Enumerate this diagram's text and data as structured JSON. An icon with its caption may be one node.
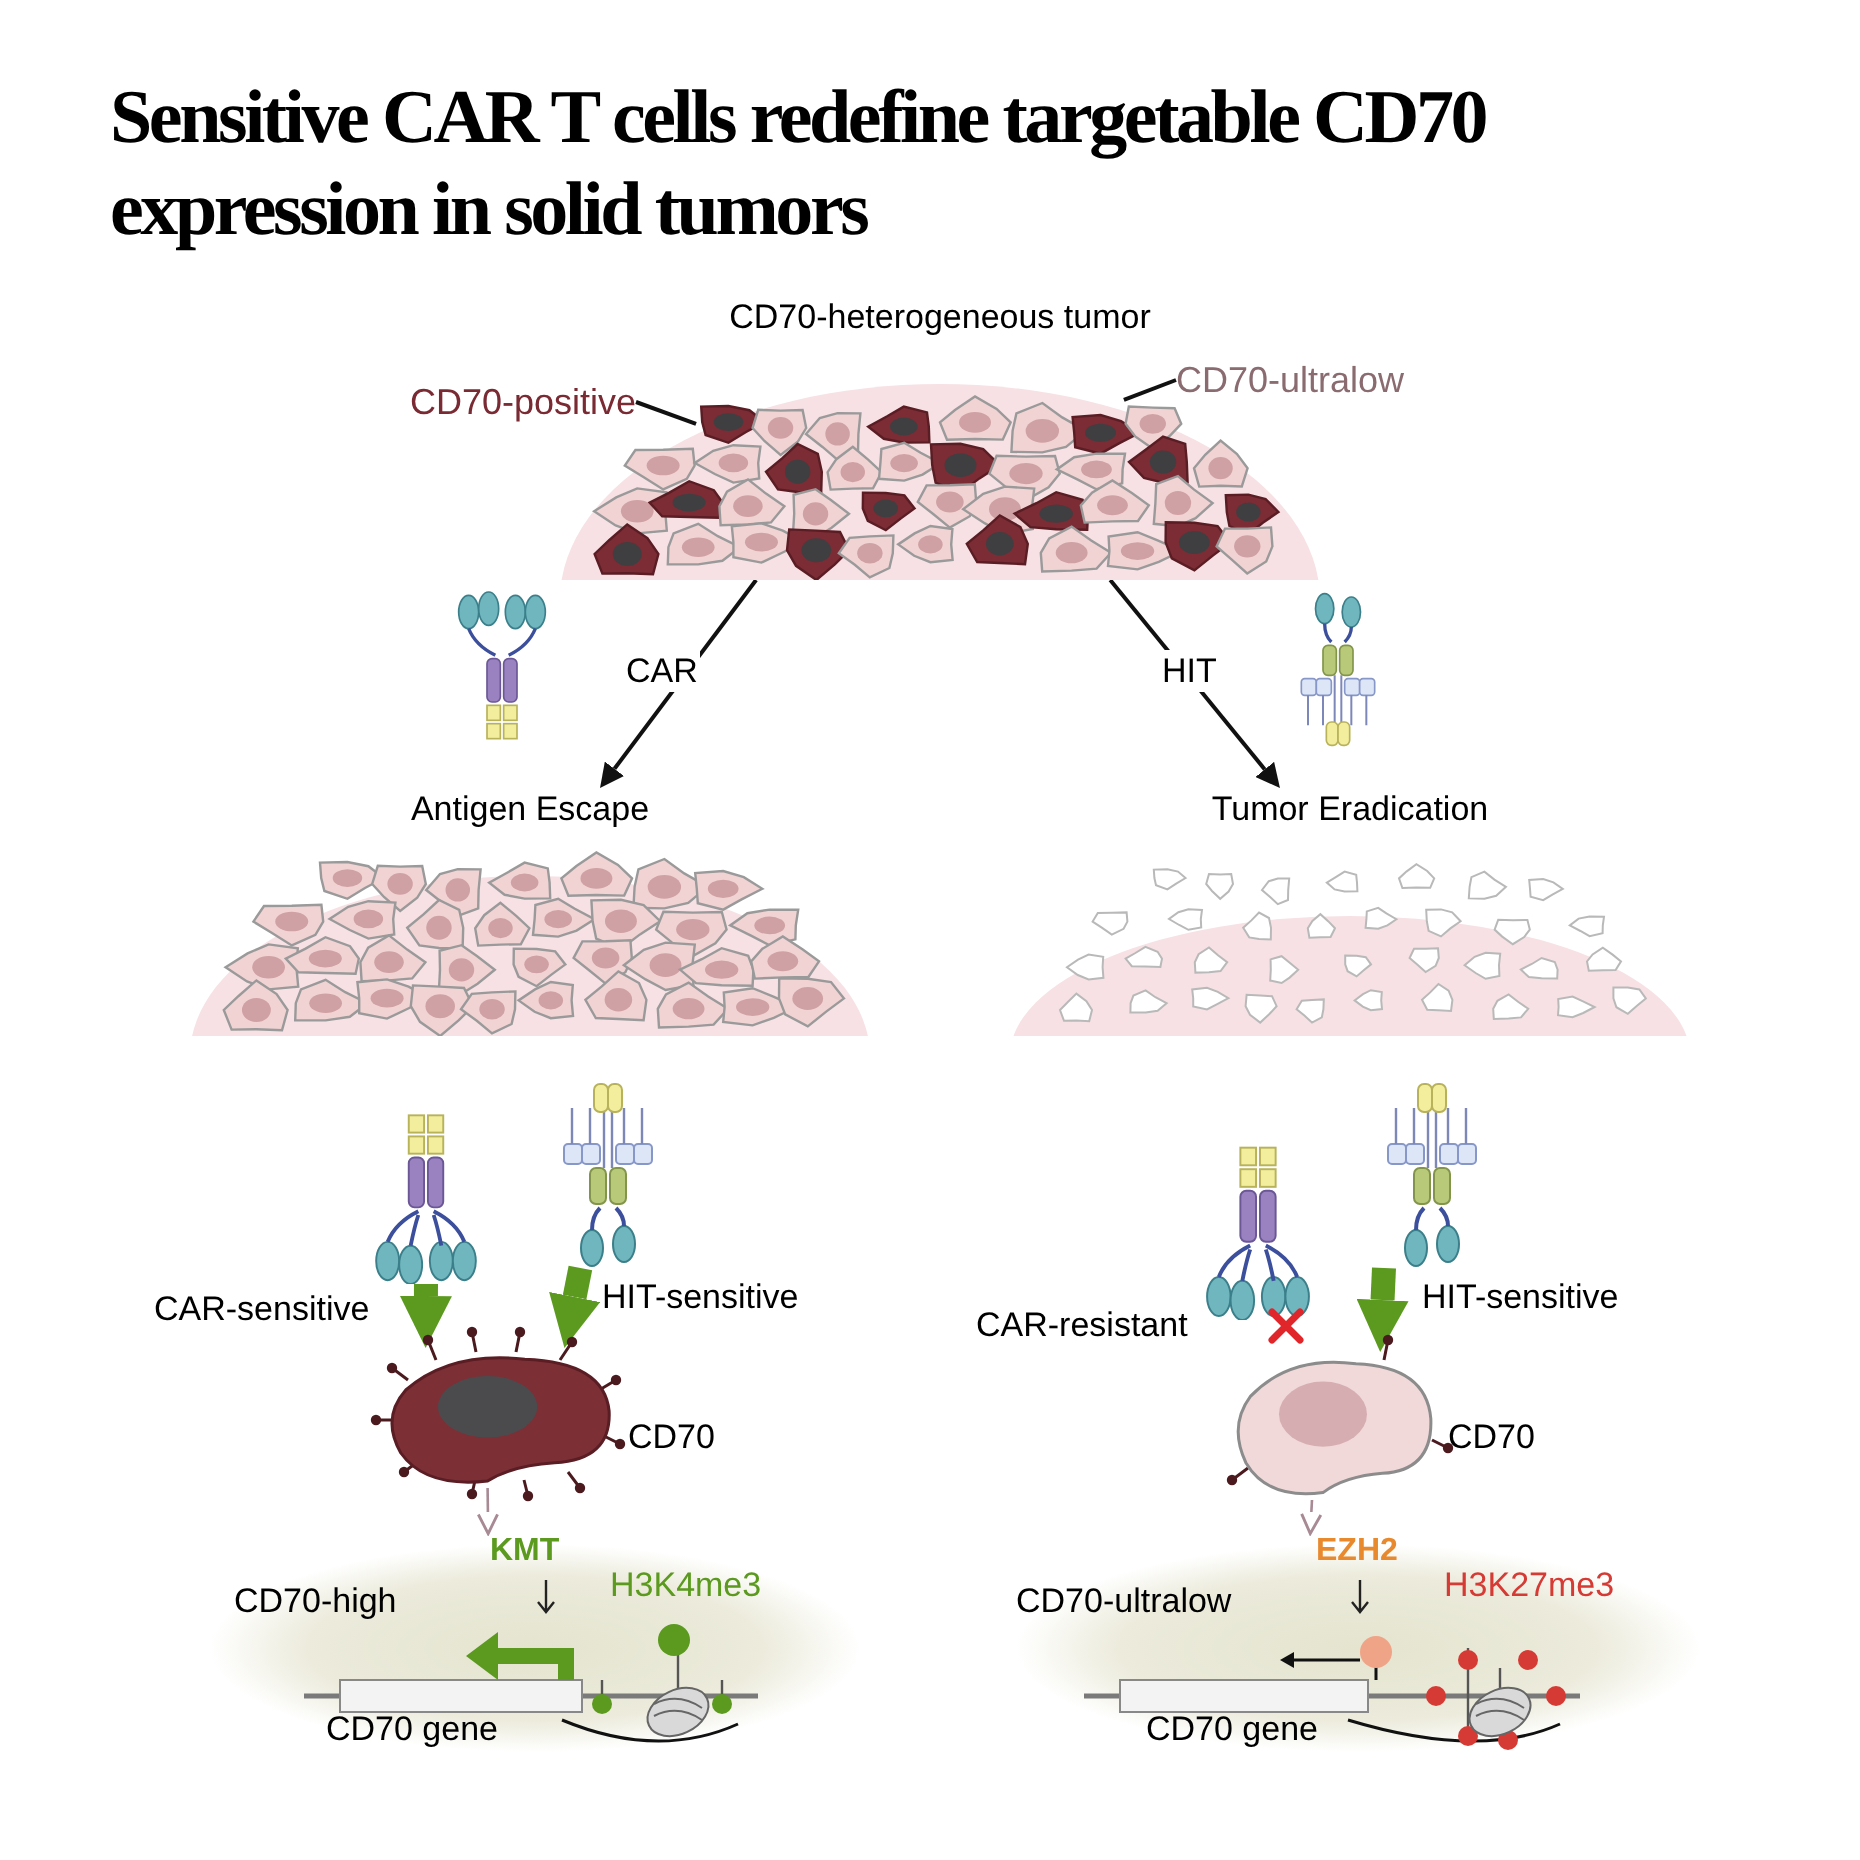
{
  "diagram": {
    "title": "Sensitive CAR T cells redefine targetable CD70 expression in solid tumors",
    "nodes": [
      {
        "text": [
          "CD70-heterogeneous tumor"
        ]
      },
      {
        "text": [
          "CD70-positive"
        ]
      },
      {
        "text": [
          "CD70-ultralow"
        ]
      },
      {
        "text": [
          "Antigen Escape"
        ]
      },
      {
        "text": [
          "Tumor Eradication"
        ]
      },
      {
        "text": [],
        "shape": "picture"
      },
      {
        "text": [],
        "shape": "picture"
      },
      {
        "text": [],
        "shape": "picture",
        "beside": [
          "CD70"
        ]
      },
      {
        "text": [
          "KMT",
          "CD70-high",
          "H3K4me3",
          "CD70 gene"
        ]
      },
      {
        "text": [],
        "shape": "picture",
        "beside": [
          "CAR-resistant"
        ]
      },
      {
        "text": [],
        "shape": "picture"
      },
      {
        "text": [],
        "shape": "picture",
        "beside": [
          "CD70"
        ]
      },
      {
        "text": [
          "EZH2",
          "CD70-ultralow",
          "H3K27me3",
          "CD70 gene"
        ]
      }
    ],
    "edges": [
      {
        "from": 0,
        "to": 3,
        "arrow": "to",
        "label": "CAR"
      },
      {
        "from": 0,
        "to": 4,
        "arrow": "to",
        "label": "HIT"
      },
      {
        "from": 5,
        "to": 7,
        "arrow": "to",
        "label": "CAR-sensitive",
        "style": "thick",
        "color": "#5b9a1f"
      },
      {
        "from": 6,
        "to": 7,
        "arrow": "to",
        "label": "HIT-sensitive",
        "style": "thick",
        "color": "#5b9a1f"
      },
      {
        "from": 7,
        "to": 8,
        "arrow": "to",
        "color": "#a88a94"
      },
      {
        "from": 10,
        "to": 11,
        "arrow": "to",
        "label": "HIT-sensitive",
        "style": "thick",
        "color": "#5b9a1f"
      },
      {
        "from": 11,
        "to": 12,
        "arrow": "to",
        "color": "#a88a94"
      },
      {
        "from": 1,
        "to": 0,
        "arrow": "none"
      },
      {
        "from": 2,
        "to": 0,
        "arrow": "none"
      }
    ]
  }
}
